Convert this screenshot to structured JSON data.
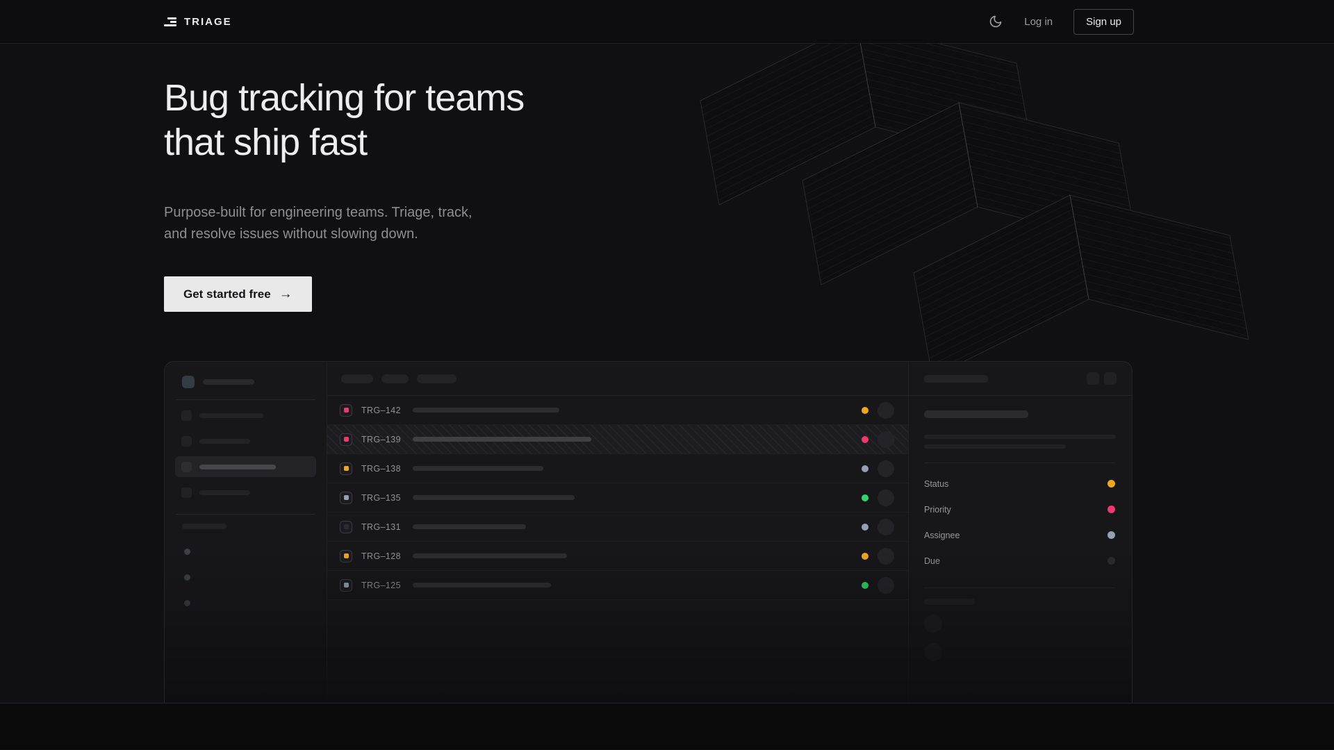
{
  "nav": {
    "logo_text": "TRIAGE",
    "login_label": "Log in",
    "signup_label": "Sign up"
  },
  "hero": {
    "heading_line1": "Bug tracking for teams",
    "heading_line2": "that ship fast",
    "subtitle": "Purpose-built for engineering teams. Triage, track, and resolve issues without slowing down.",
    "cta_label": "Get started free",
    "cta_arrow": "→"
  },
  "palette": {
    "amber": "#f2a71b",
    "pink": "#ee3a6b",
    "green": "#2bd964",
    "slate": "#93a1b3",
    "dark": "#2b2b30"
  },
  "mockup": {
    "issues": [
      {
        "id": "TRG–142",
        "icon": "pink",
        "title_width": 211,
        "status": "amber",
        "selected": false
      },
      {
        "id": "TRG–139",
        "icon": "pink",
        "title_width": 257,
        "status": "pink",
        "selected": true
      },
      {
        "id": "TRG–138",
        "icon": "amber",
        "title_width": 188,
        "status": "slate",
        "selected": false
      },
      {
        "id": "TRG–135",
        "icon": "slate",
        "title_width": 233,
        "status": "green",
        "selected": false
      },
      {
        "id": "TRG–131",
        "icon": "dark",
        "title_width": 163,
        "status": "slate",
        "selected": false
      },
      {
        "id": "TRG–128",
        "icon": "amber",
        "title_width": 222,
        "status": "amber",
        "selected": false
      },
      {
        "id": "TRG–125",
        "icon": "slate",
        "title_width": 199,
        "status": "green",
        "selected": false
      }
    ],
    "detail_fields": [
      {
        "label": "Status",
        "dot": "amber"
      },
      {
        "label": "Priority",
        "dot": "pink"
      },
      {
        "label": "Assignee",
        "dot": "slate"
      },
      {
        "label": "Due",
        "dot": "dark"
      }
    ]
  }
}
